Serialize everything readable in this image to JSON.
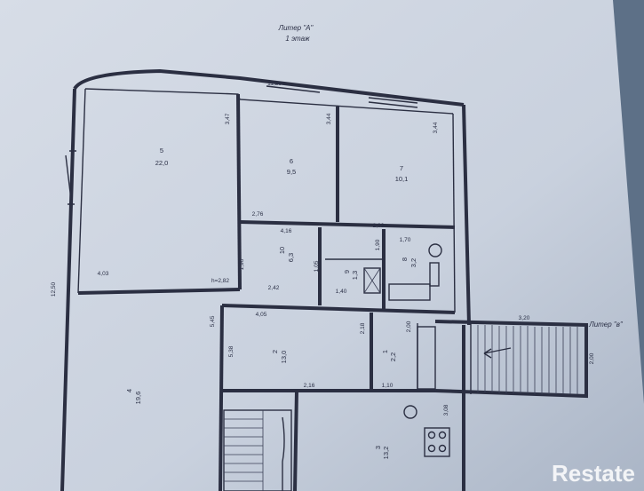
{
  "header": {
    "title": "Литер \"А\"",
    "floor": "1 этаж"
  },
  "annex_label": "Литер \"в\"",
  "watermark": "Restate",
  "rooms": [
    {
      "number": "5",
      "area": "22,0"
    },
    {
      "number": "6",
      "area": "9,5"
    },
    {
      "number": "7",
      "area": "10,1"
    },
    {
      "number": "10",
      "area": "6,3"
    },
    {
      "number": "9",
      "area": "1,3"
    },
    {
      "number": "8",
      "area": "3,2"
    },
    {
      "number": "4",
      "area": "19,6"
    },
    {
      "number": "2",
      "area": "13,0"
    },
    {
      "number": "1",
      "area": "2,2"
    },
    {
      "number": "3",
      "area": "13,2"
    }
  ],
  "dimensions": {
    "top_width": "11,20",
    "room6_height": "3,44",
    "room7_height": "3,44",
    "room5_height": "3,47",
    "total_height": "12,50",
    "room5_bottom": "4,03",
    "ceiling_height": "h=2,82",
    "corridor_left": "2,76",
    "corridor_top": "4,16",
    "corridor_right": "2,93",
    "corridor_height": "1,90",
    "bath_width": "1,70",
    "bath_height": "1,90",
    "wc_height": "1,05",
    "wc_width": "1,40",
    "corridor_bottom": "2,42",
    "room2_top": "4,05",
    "room2_left": "5,38",
    "room4_height": "5,45",
    "room1_height_a": "2,18",
    "room1_height_b": "2,00",
    "room1_width": "1,10",
    "room3_width": "2,16",
    "room3_height": "3,08",
    "annex_width": "3,20",
    "annex_height": "2,00"
  },
  "colors": {
    "paper": "#c6cfdc",
    "background": "#5d7087",
    "ink": "#2b2f42"
  }
}
